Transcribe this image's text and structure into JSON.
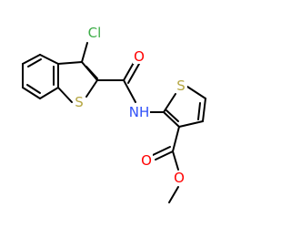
{
  "molecule": {
    "atom_labels": {
      "chlorine": "Cl",
      "benzothiophene_sulfur": "S",
      "thiophene_sulfur": "S",
      "carbonyl_oxygen_amide": "O",
      "amide_nitrogen": "NH",
      "ester_carbonyl_oxygen": "O",
      "ester_ether_oxygen": "O"
    },
    "colors": {
      "bond": "#000000",
      "chlorine": "#3fae49",
      "sulfur": "#b5a642",
      "oxygen": "#ff0000",
      "nitrogen": "#3050f8"
    }
  }
}
